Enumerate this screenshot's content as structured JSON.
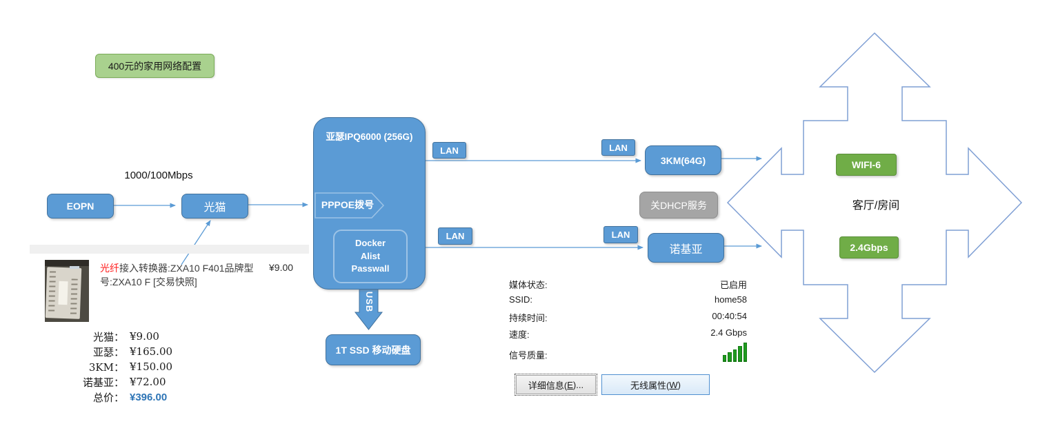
{
  "title_box": {
    "label": "400元的家用网络配置"
  },
  "wan": {
    "speed_label": "1000/100Mbps",
    "eopn_label": "EOPN",
    "modem_label": "光猫"
  },
  "router": {
    "title": "亚瑟IPQ6000 (256G)",
    "pppoe_label": "PPPOE拨号",
    "services": [
      "Docker",
      "Alist",
      "Passwall"
    ]
  },
  "lan_label": "LAN",
  "devices": {
    "ap_upper_label": "3KM(64G)",
    "dhcp_note_label": "关DHCP服务",
    "ap_lower_label": "诺基亚"
  },
  "storage": {
    "usb_label": "USB",
    "disk_label": "1T SSD 移动硬盘"
  },
  "coverage": {
    "wifi_label": "WIFI-6",
    "rooms_label": "客厅/房间",
    "speed_label": "2.4Gbps"
  },
  "product": {
    "title_red": "光纤",
    "title_rest": "接入转换器:ZXA10 F401品牌型号:ZXA10 F [交易快照]",
    "price": "¥9.00"
  },
  "price_list": {
    "rows": [
      {
        "label": "光猫：",
        "value": "¥9.00"
      },
      {
        "label": "亚瑟：",
        "value": "¥165.00"
      },
      {
        "label": "3KM：",
        "value": "¥150.00"
      },
      {
        "label": "诺基亚：",
        "value": "¥72.00"
      }
    ],
    "total": {
      "label": "总价：",
      "value": "¥396.00"
    }
  },
  "status_panel": {
    "rows": [
      {
        "label": "媒体状态:",
        "value": "已启用"
      },
      {
        "label": "SSID:",
        "value": "home58"
      },
      {
        "label": "持续时间:",
        "value": "00:40:54"
      },
      {
        "label": "速度:",
        "value": "2.4 Gbps"
      }
    ],
    "signal_label": "信号质量:",
    "signal_icon": "signal-bars-5",
    "buttons": {
      "details_pre": "详细信息(",
      "details_key": "E",
      "details_post": ")...",
      "wireless_pre": "无线属性(",
      "wireless_key": "W",
      "wireless_post": ")"
    }
  },
  "colors": {
    "box_blue": "#5b9bd5",
    "box_blue_border": "#41719c",
    "green": "#70ad47",
    "light_green": "#a9d18e",
    "gray_box": "#a5a5a5",
    "quad_arrow_outline": "#7f9fd4",
    "connector_blue": "#5b9bd5",
    "total_price_blue": "#2e75b6",
    "product_red": "#ff1a1a",
    "signal_green": "#1f9b1f"
  }
}
